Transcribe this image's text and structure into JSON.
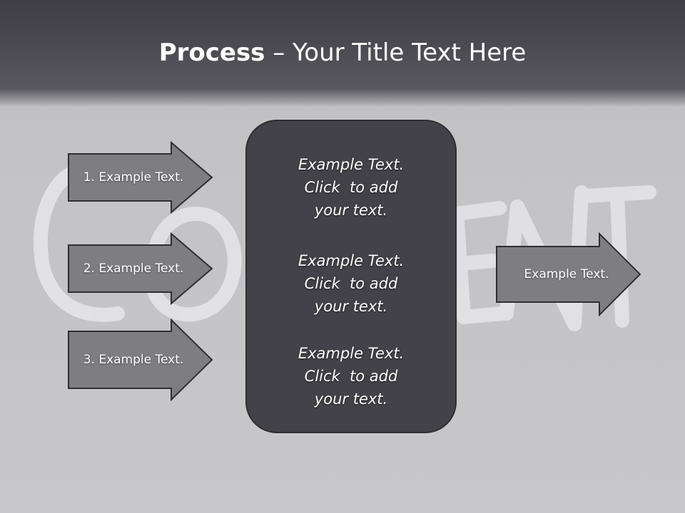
{
  "slide": {
    "title_bold": "Process",
    "title_rest": " – Your Title Text Here",
    "watermark_text": "CONTENT",
    "left_arrows": [
      {
        "label": "1. Example Text."
      },
      {
        "label": "2. Example Text."
      },
      {
        "label": "3. Example Text."
      }
    ],
    "center_box": {
      "paragraphs": [
        {
          "line1": "Example Text.",
          "line2": "Click  to add",
          "line3": "your text."
        },
        {
          "line1": "Example Text.",
          "line2": "Click  to add",
          "line3": "your text."
        },
        {
          "line1": "Example Text.",
          "line2": "Click  to add",
          "line3": "your text."
        }
      ]
    },
    "right_arrow": {
      "label": "Example Text."
    }
  },
  "colors": {
    "title_band": "#4a4950",
    "arrow_fill": "#7e7e82",
    "arrow_stroke": "#2f2f33",
    "panel_fill": "#434248",
    "text": "#ffffff"
  }
}
